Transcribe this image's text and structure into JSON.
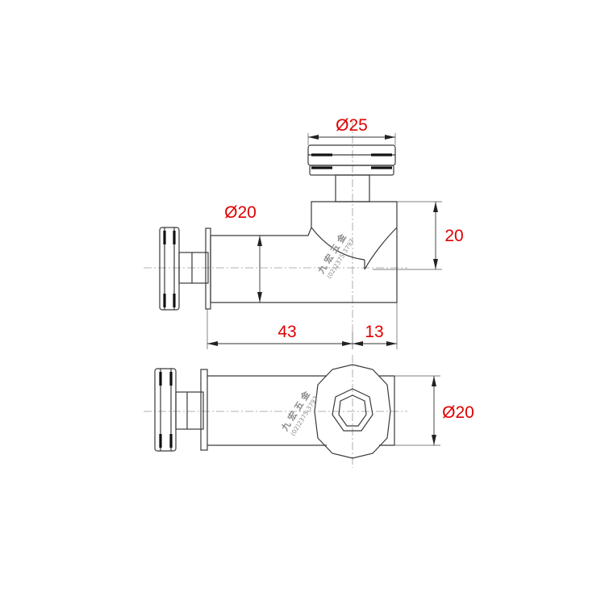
{
  "dimensions": {
    "top_flange_dia": "Ø25",
    "body_dia_front": "Ø20",
    "height": "20",
    "length_left": "43",
    "length_right": "13",
    "body_dia_top": "Ø20"
  },
  "watermark": {
    "brand": "九 宏 五 金",
    "phone": "(02)2375-3797"
  },
  "colors": {
    "dimension_text": "#e00000",
    "linework": "#3a3a3a",
    "centerline": "#9a9a9a"
  }
}
